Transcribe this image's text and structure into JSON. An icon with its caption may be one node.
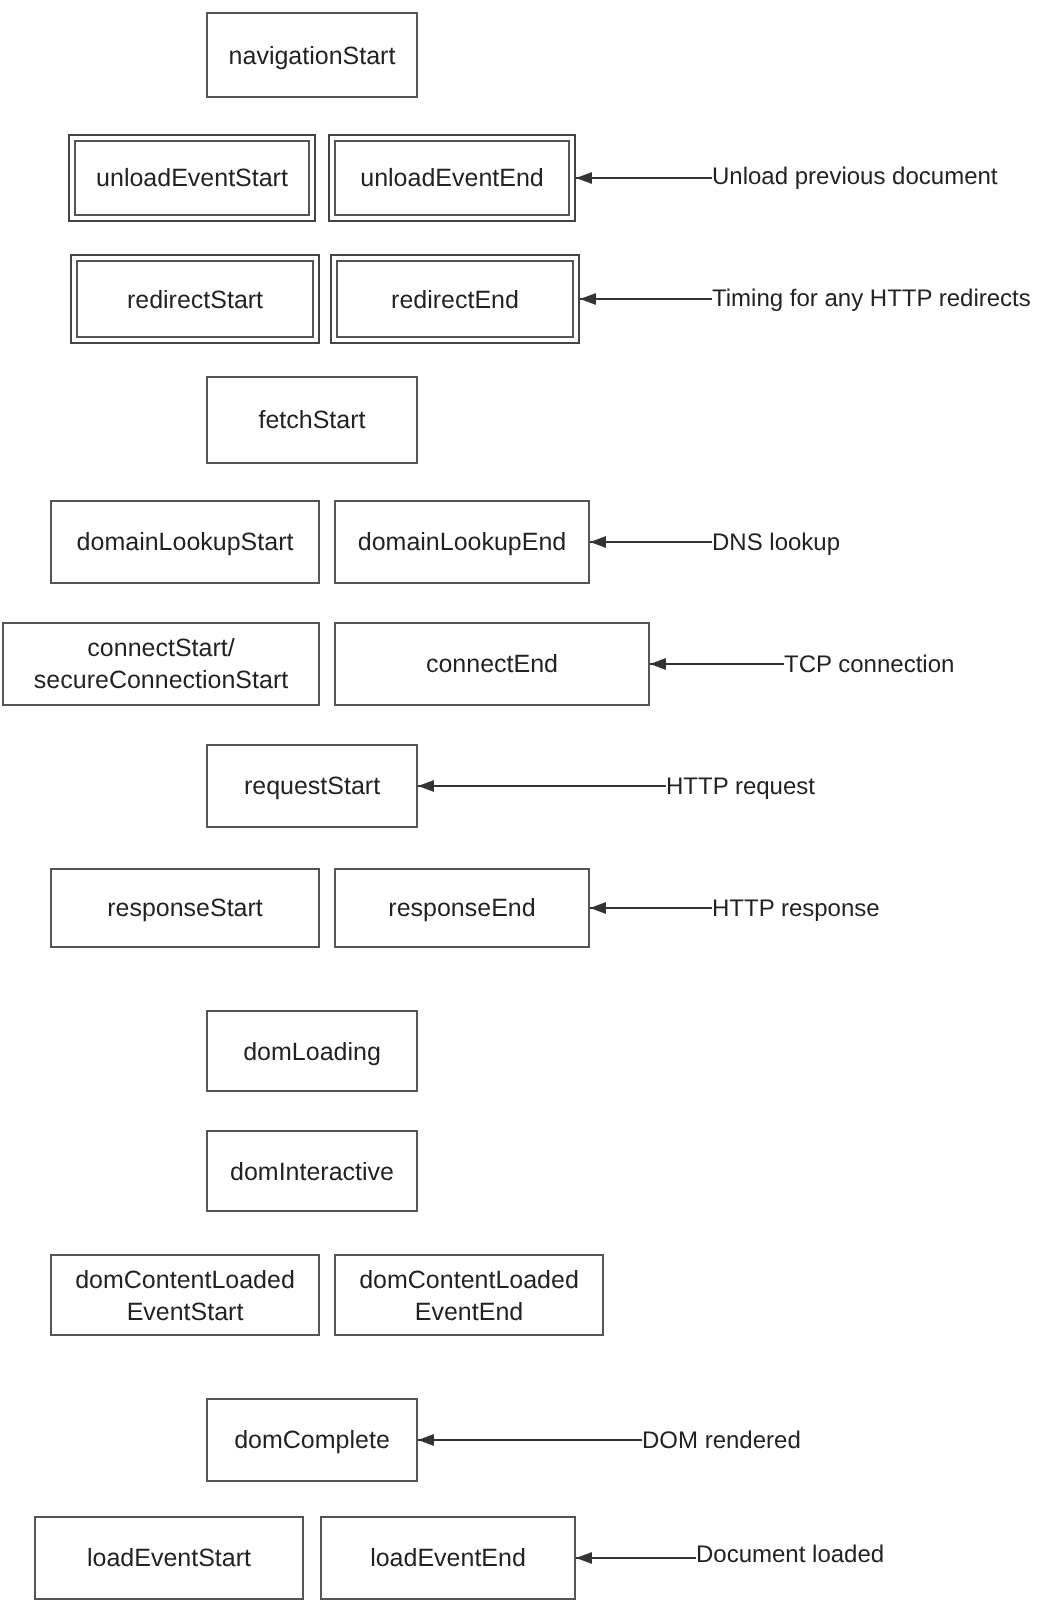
{
  "diagram": {
    "nodes": [
      {
        "text": [
          "navigationStart"
        ]
      },
      {
        "text": [
          "unloadEventStart"
        ]
      },
      {
        "text": [
          "unloadEventEnd"
        ]
      },
      {
        "text": [
          "Unload previous document"
        ]
      },
      {
        "text": [
          "redirectStart"
        ]
      },
      {
        "text": [
          "redirectEnd"
        ]
      },
      {
        "text": [
          "Timing for any HTTP redirects"
        ]
      },
      {
        "text": [
          "fetchStart"
        ]
      },
      {
        "text": [
          "domainLookupStart"
        ]
      },
      {
        "text": [
          "domainLookupEnd"
        ]
      },
      {
        "text": [
          "DNS lookup"
        ]
      },
      {
        "text": [
          "connectStart/ secureConnectionStart"
        ]
      },
      {
        "text": [
          "connectEnd"
        ]
      },
      {
        "text": [
          "TCP connection"
        ]
      },
      {
        "text": [
          "requestStart"
        ]
      },
      {
        "text": [
          "HTTP request"
        ]
      },
      {
        "text": [
          "responseStart"
        ]
      },
      {
        "text": [
          "responseEnd"
        ]
      },
      {
        "text": [
          "HTTP response"
        ]
      },
      {
        "text": [
          "domLoading"
        ]
      },
      {
        "text": [
          "domInteractive"
        ]
      },
      {
        "text": [
          "domContentLoaded EventStart"
        ]
      },
      {
        "text": [
          "domContentLoaded EventEnd"
        ]
      },
      {
        "text": [
          "domComplete"
        ]
      },
      {
        "text": [
          "DOM rendered"
        ]
      },
      {
        "text": [
          "loadEventStart"
        ]
      },
      {
        "text": [
          "loadEventEnd"
        ]
      },
      {
        "text": [
          "Document loaded"
        ]
      }
    ],
    "edges": [
      {
        "from": 3,
        "to": 2,
        "arrow": "to"
      },
      {
        "from": 6,
        "to": 5,
        "arrow": "to"
      },
      {
        "from": 10,
        "to": 9,
        "arrow": "to"
      },
      {
        "from": 13,
        "to": 12,
        "arrow": "to"
      },
      {
        "from": 15,
        "to": 14,
        "arrow": "to"
      },
      {
        "from": 18,
        "to": 17,
        "arrow": "to"
      },
      {
        "from": 24,
        "to": 23,
        "arrow": "to"
      },
      {
        "from": 27,
        "to": 26,
        "arrow": "to"
      }
    ]
  }
}
